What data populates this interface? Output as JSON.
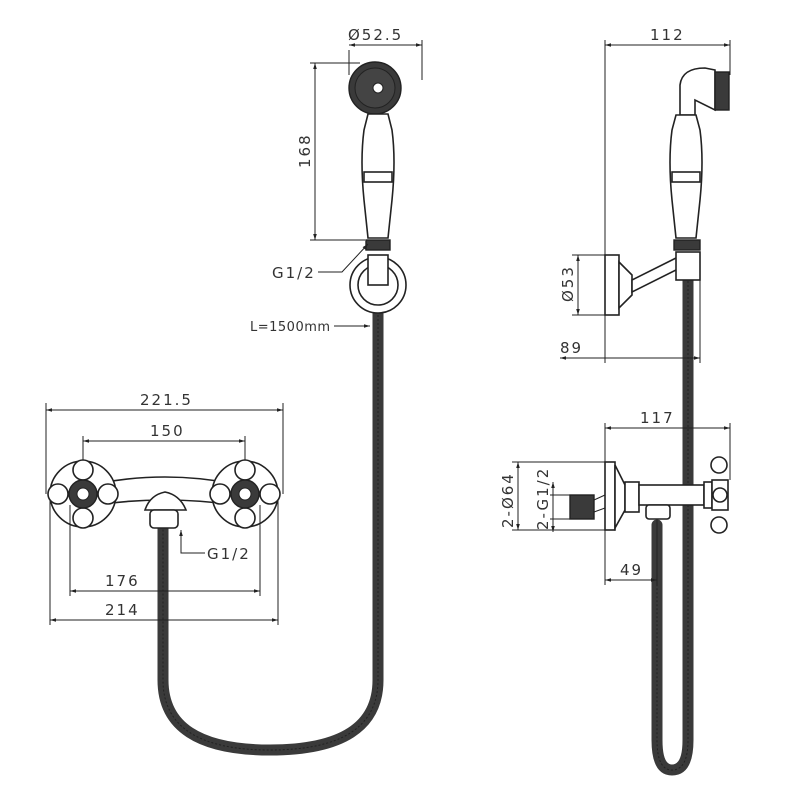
{
  "front_view": {
    "head_diameter": "Ø52.5",
    "handset_length": "168",
    "handset_thread": "G1/2",
    "hose_length": "L=1500mm",
    "mixer_overall_width": "221.5",
    "mixer_centers": "150",
    "mixer_outlet_thread": "G1/2",
    "mixer_inner_width": "176",
    "mixer_base_width": "214"
  },
  "side_view": {
    "head_projection": "112",
    "bracket_diameter": "Ø53",
    "bracket_projection": "89",
    "mixer_projection": "117",
    "flange_diameter": "2-Ø64",
    "inlet_thread": "2-G1/2",
    "outlet_offset": "49"
  },
  "colors": {
    "line": "#222222",
    "hose": "#3a3a3a"
  }
}
